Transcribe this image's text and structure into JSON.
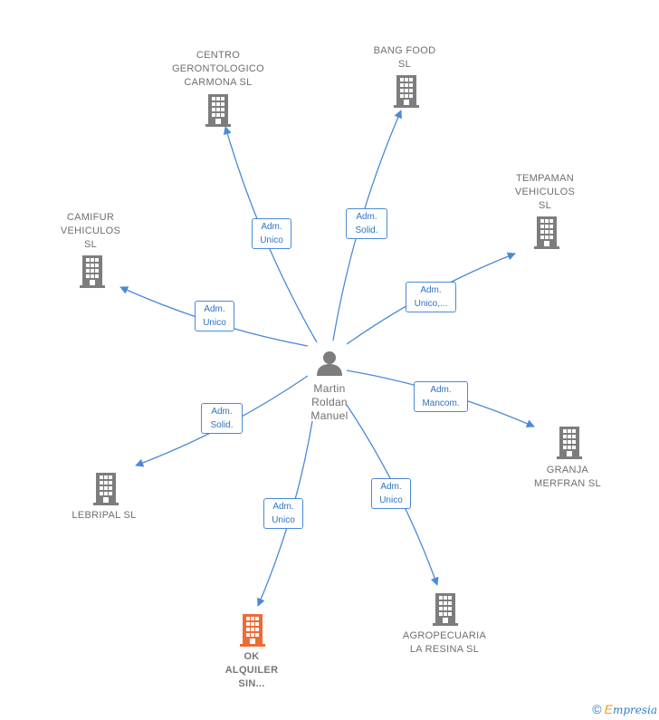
{
  "center": {
    "name": "Martin\nRoldan\nManuel",
    "icon": "person-icon"
  },
  "colors": {
    "edge": "#4a8ad6",
    "node": "#7d7d7d",
    "highlight": "#f06a35",
    "label_text": "#2f72c4"
  },
  "nodes": [
    {
      "id": "centro",
      "name": "CENTRO\nGERONTOLOGICO\nCARMONA SL",
      "role": "Adm.\nUnico",
      "highlight": false
    },
    {
      "id": "bang",
      "name": "BANG FOOD\nSL",
      "role": "Adm.\nSolid.",
      "highlight": false
    },
    {
      "id": "tempaman",
      "name": "TEMPAMAN\nVEHICULOS\nSL",
      "role": "Adm.\nUnico,...",
      "highlight": false
    },
    {
      "id": "camifur",
      "name": "CAMIFUR\nVEHICULOS\nSL",
      "role": "Adm.\nUnico",
      "highlight": false
    },
    {
      "id": "granja",
      "name": "GRANJA\nMERFRAN SL",
      "role": "Adm.\nMancom.",
      "highlight": false
    },
    {
      "id": "lebripal",
      "name": "LEBRIPAL  SL",
      "role": "Adm.\nSolid.",
      "highlight": false
    },
    {
      "id": "agro",
      "name": "AGROPECUARIA\nLA RESINA  SL",
      "role": "Adm.\nUnico",
      "highlight": false
    },
    {
      "id": "ok",
      "name": "OK\nALQUILER\nSIN...",
      "role": "Adm.\nUnico",
      "highlight": true
    }
  ],
  "footer": {
    "copyright": "©",
    "brand_first": "E",
    "brand_rest": "mpresia"
  }
}
